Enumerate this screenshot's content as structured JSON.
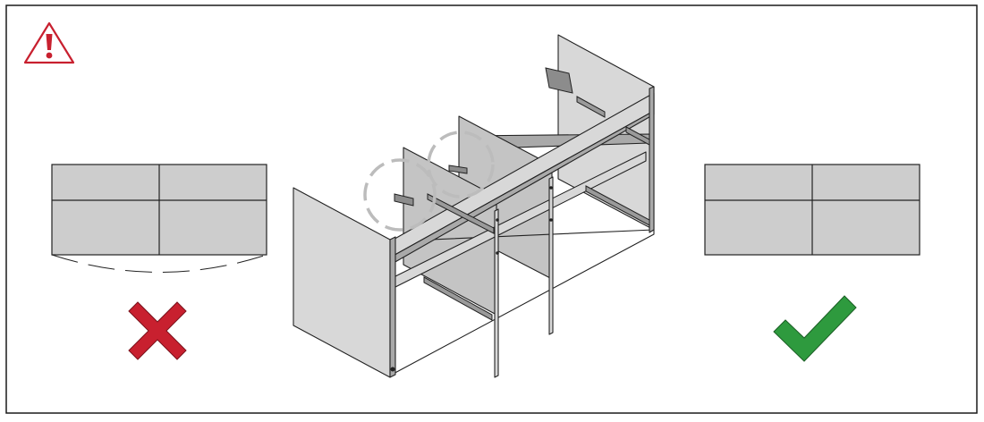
{
  "diagram": {
    "kind": "assembly-instruction",
    "colors": {
      "frame": "#1a1a1a",
      "panel_fill": "#cdcdcd",
      "panel_stroke": "#222222",
      "cabinet_light": "#d8d8d8",
      "cabinet_mid": "#c4c4c4",
      "cabinet_dark": "#a9a9a9",
      "warning": "#c8202f",
      "wrong": "#c8202f",
      "correct": "#2e9a3e",
      "highlight_dash": "#bcbcbc"
    },
    "icons": {
      "warning": "warning-triangle-icon",
      "wrong": "cross-mark-icon",
      "correct": "check-mark-icon"
    },
    "wrong_example": {
      "grid_columns": 2,
      "grid_rows": 2,
      "edge": "sagging"
    },
    "correct_example": {
      "grid_columns": 2,
      "grid_rows": 2,
      "edge": "straight"
    },
    "highlighted_hinges": 2
  }
}
